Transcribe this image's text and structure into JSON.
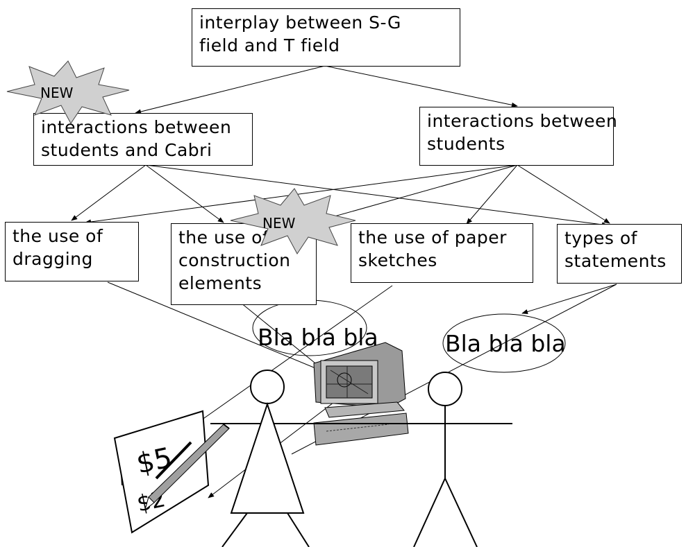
{
  "diagram": {
    "top_box": {
      "lines": [
        "interplay between S-G",
        "field and T field"
      ]
    },
    "mid_boxes": [
      {
        "lines": [
          "interactions between",
          "students and Cabri"
        ]
      },
      {
        "lines": [
          "interactions between",
          "students"
        ]
      }
    ],
    "bottom_boxes": [
      {
        "lines": [
          "the use of",
          "dragging"
        ]
      },
      {
        "lines": [
          "the use of",
          "construction",
          "elements"
        ]
      },
      {
        "lines": [
          "the use of paper",
          "sketches"
        ]
      },
      {
        "lines": [
          "types of",
          "statements"
        ]
      }
    ],
    "new_badges": [
      "NEW",
      "NEW"
    ],
    "speech_bubbles": [
      "Bla bla bla",
      "Bla bla bla"
    ],
    "sketch_pad_text": [
      "$5",
      "$2"
    ],
    "icons": {
      "starburst": "starburst-icon",
      "computer": "computer-icon",
      "sketch_pad": "sketch-pad-icon",
      "pencil": "pencil-icon",
      "student": "stick-figure-icon"
    }
  }
}
